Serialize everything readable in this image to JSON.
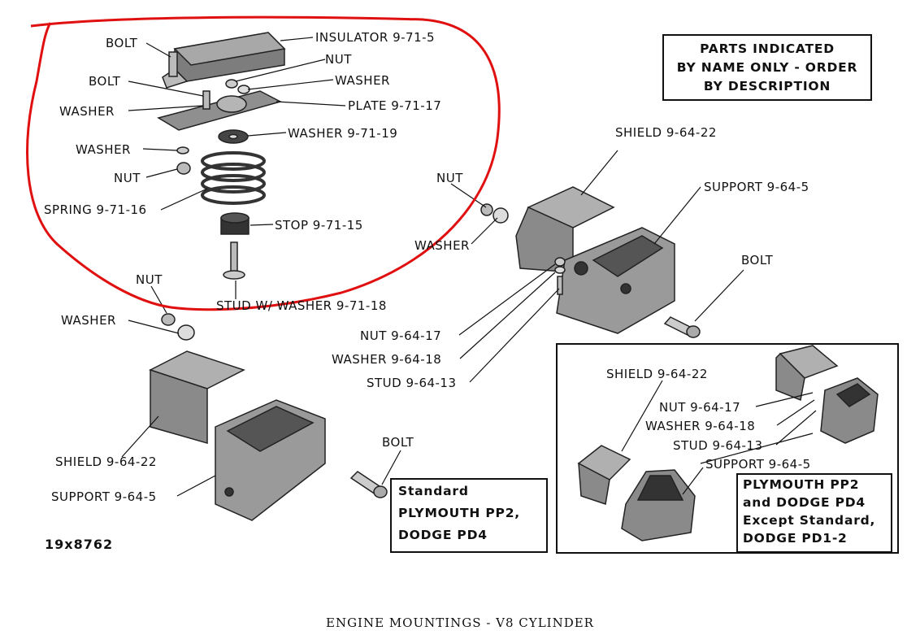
{
  "caption": "ENGINE MOUNTINGS - V8 CYLINDER",
  "figure_code": "19x8762",
  "notice_box": [
    "PARTS INDICATED",
    "BY NAME ONLY - ORDER",
    "BY DESCRIPTION"
  ],
  "standard_box": [
    "Standard",
    "PLYMOUTH PP2,",
    "DODGE PD4"
  ],
  "inset_box": [
    "PLYMOUTH PP2",
    "and DODGE PD4",
    "Except Standard,",
    "DODGE PD1-2"
  ],
  "labels": {
    "bolt_top": "BOLT",
    "insulator": "INSULATOR 9-71-5",
    "nut_top": "NUT",
    "washer_top": "WASHER",
    "bolt_mid": "BOLT",
    "plate": "PLATE 9-71-17",
    "washer_left": "WASHER",
    "washer_9_71_19": "WASHER 9-71-19",
    "washer_left2": "WASHER",
    "nut_left": "NUT",
    "spring": "SPRING 9-71-16",
    "stop": "STOP 9-71-15",
    "stud_washer": "STUD W/ WASHER 9-71-18",
    "nut_lower_left": "NUT",
    "washer_lower_left": "WASHER",
    "shield_lower_left": "SHIELD 9-64-22",
    "support_lower_left": "SUPPORT 9-64-5",
    "bolt_lower": "BOLT",
    "shield_right": "SHIELD 9-64-22",
    "nut_right": "NUT",
    "washer_right": "WASHER",
    "support_right": "SUPPORT 9-64-5",
    "bolt_right": "BOLT",
    "nut_9_64_17": "NUT 9-64-17",
    "washer_9_64_18": "WASHER 9-64-18",
    "stud_9_64_13": "STUD 9-64-13",
    "inset_shield": "SHIELD 9-64-22",
    "inset_nut": "NUT 9-64-17",
    "inset_washer": "WASHER 9-64-18",
    "inset_stud": "STUD 9-64-13",
    "inset_support": "SUPPORT 9-64-5"
  },
  "colors": {
    "annotation": "#e01010",
    "ink": "#111111",
    "metal": "#8a8a8a"
  }
}
